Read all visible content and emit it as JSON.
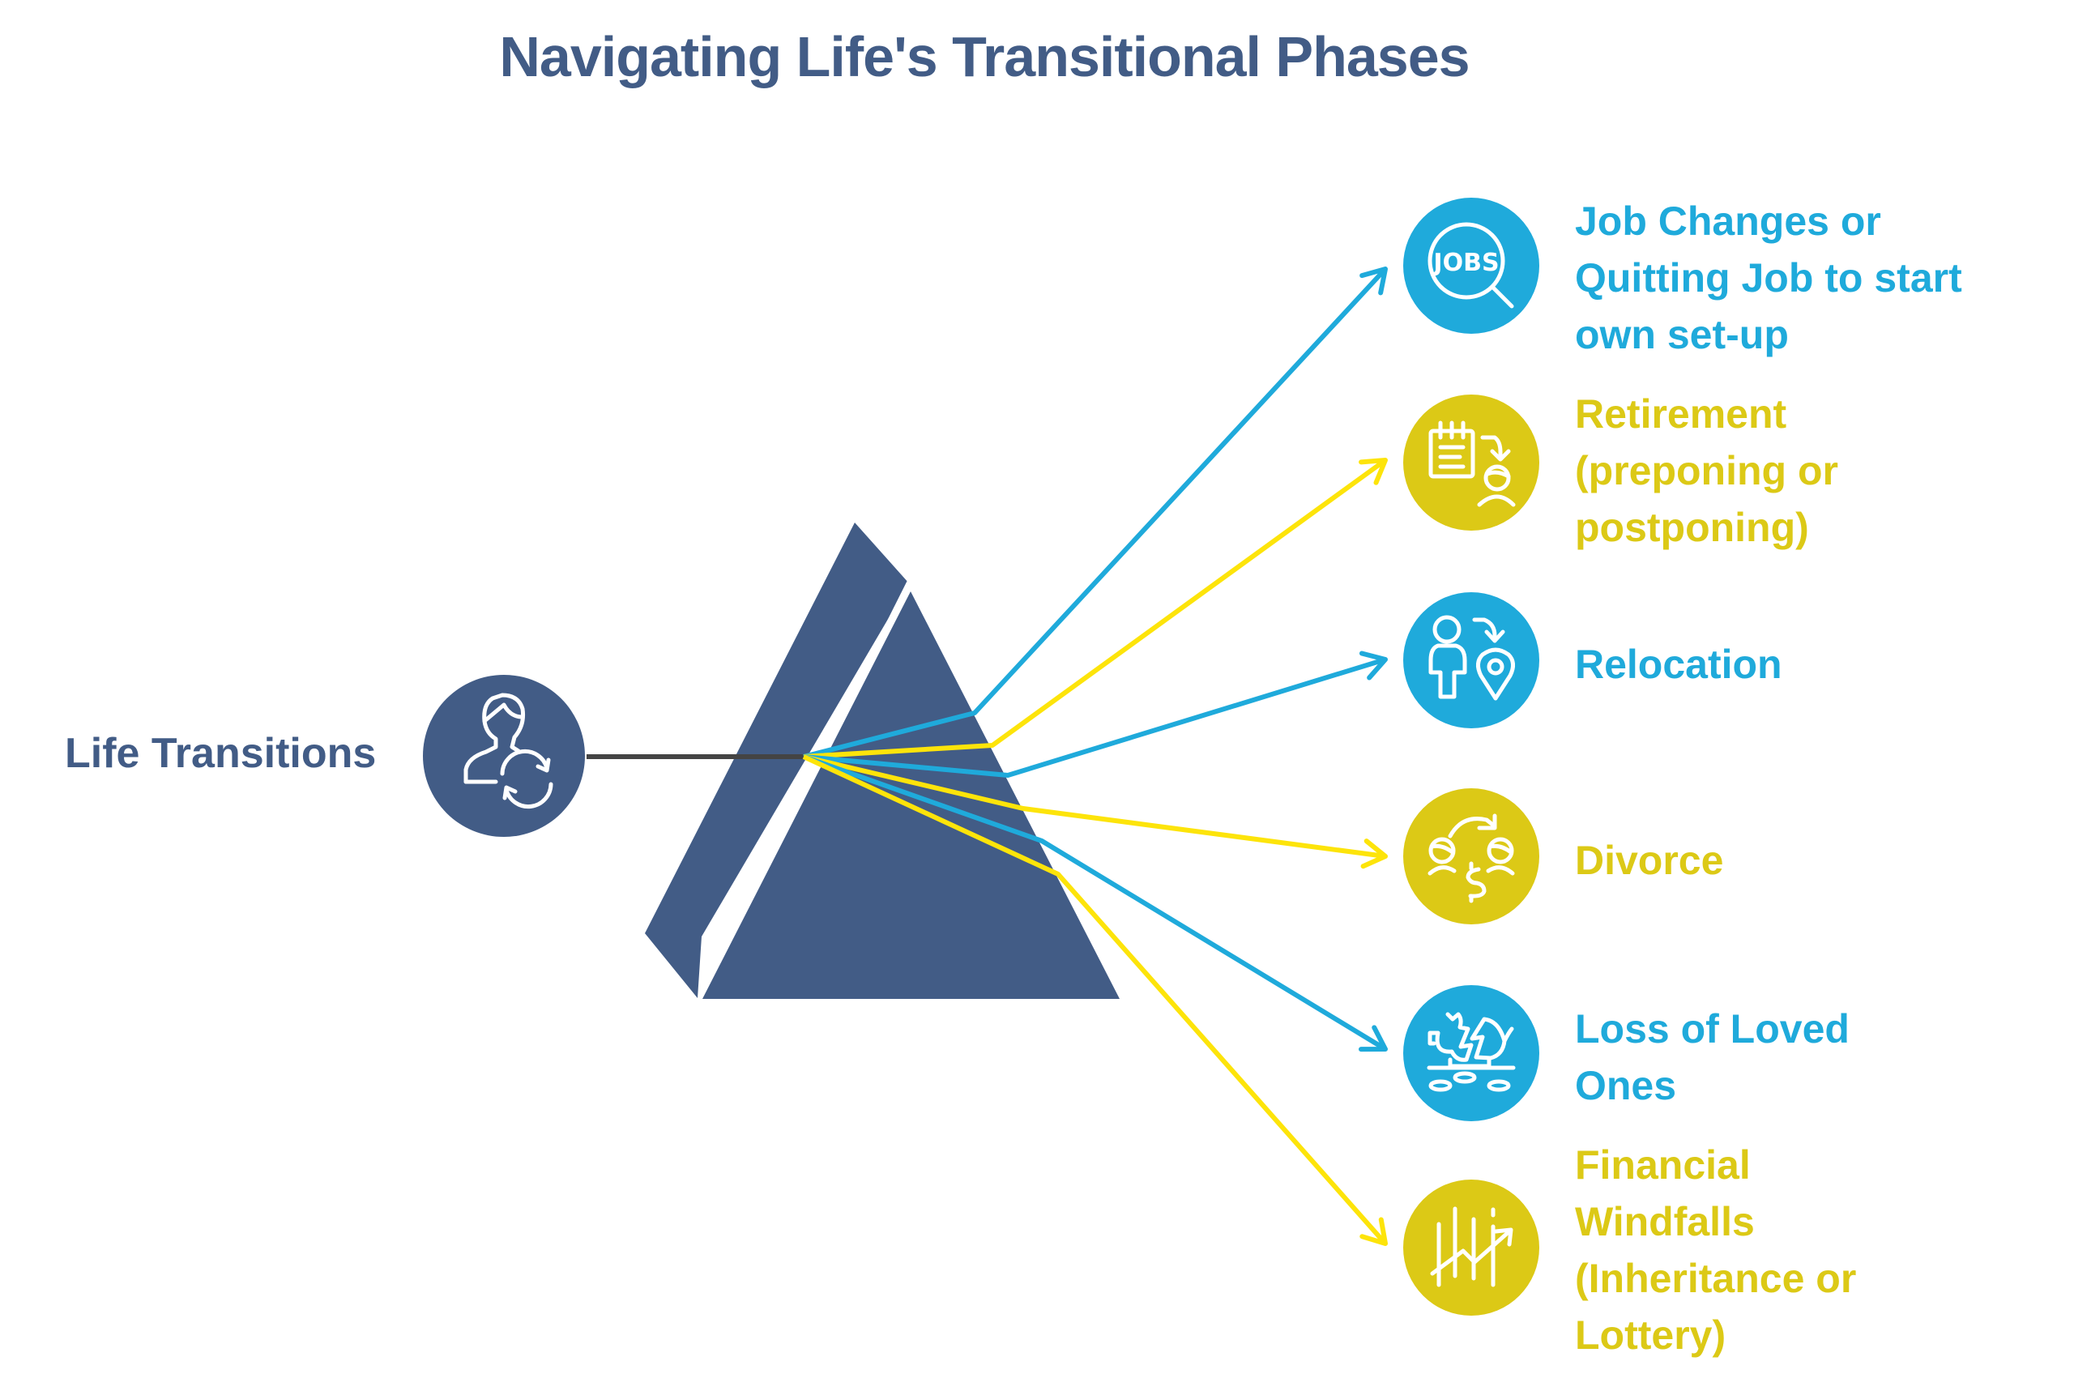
{
  "title": "Navigating Life's Transitional Phases",
  "source": {
    "label": "Life Transitions",
    "icon": "person-cycle-icon",
    "color": "#425C86"
  },
  "prism": {
    "color": "#425C86",
    "beam_color": "#444444"
  },
  "colors": {
    "blue": "#1FAADB",
    "yellow_fill": "#DCC916",
    "yellow_ray": "#FDE40A"
  },
  "items": [
    {
      "lines": [
        "Job Changes or",
        "Quitting Job to start",
        "own set-up"
      ],
      "color": "blue",
      "icon": "jobs-search-icon"
    },
    {
      "lines": [
        "Retirement",
        "(preponing or",
        "postponing)"
      ],
      "color": "yellow",
      "icon": "retirement-calendar-icon"
    },
    {
      "lines": [
        "Relocation"
      ],
      "color": "blue",
      "icon": "relocation-pin-icon"
    },
    {
      "lines": [
        "Divorce"
      ],
      "color": "yellow",
      "icon": "divorce-money-icon"
    },
    {
      "lines": [
        "Loss of Loved",
        "Ones"
      ],
      "color": "blue",
      "icon": "broken-piggy-bank-icon"
    },
    {
      "lines": [
        "Financial",
        "Windfalls",
        "(Inheritance or",
        "Lottery)"
      ],
      "color": "yellow",
      "icon": "growth-chart-icon"
    }
  ]
}
